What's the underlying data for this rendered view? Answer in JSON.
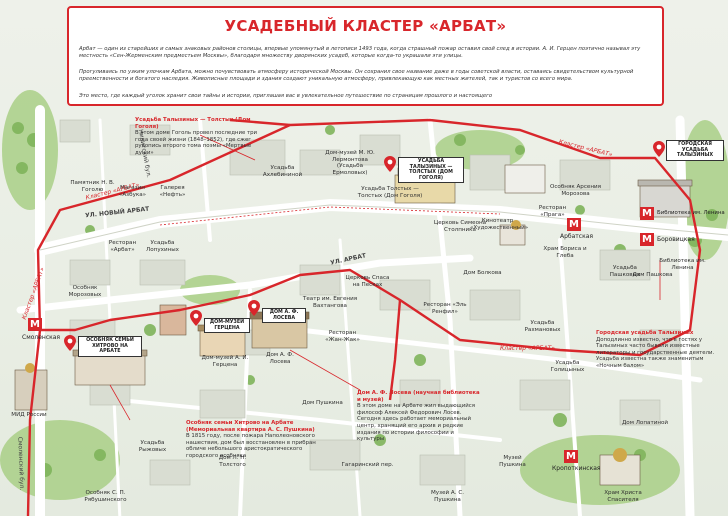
{
  "header": {
    "title": "УСАДЕБНЫЙ КЛАСТЕР «АРБАТ»",
    "p1": "Арбат — один из старейших и самых знаковых районов столицы, впервые упомянутый в летописи 1493 года, когда страшный пожар оставил свой след в истории. А. И. Герцен поэтично называл эту местность «Сен-Жерменским предместьем Москвы», благодаря множеству дворянских усадеб, которые когда-то украшали эти улицы.",
    "p2": "Прогуливаясь по узким улочкам Арбата, можно почувствовать атмосферу исторической Москвы. Он сохранил свое название даже в годы советской власти, оставаясь свидетельством культурной преемственности и богатого наследия. Живописные площади и здания создают уникальную атмосферу, привлекающую как местных жителей, так и туристов со всего мира.",
    "p3": "Это место, где каждый уголок хранит свои тайны и истории, приглашая вас в увлекательное путешествие по страницам прошлого и настоящего"
  },
  "streets": {
    "novy_arbat": "УЛ. НОВЫЙ АРБАТ",
    "arbat": "УЛ. АРБАТ",
    "nikitsky": "Никитский бул.",
    "smolensky": "Смоленский бул."
  },
  "route": {
    "label": "Кластер «АРБАТ»",
    "color": "#d8262b"
  },
  "pins": [
    {
      "label": "УСАДЬБА ТАЛЫЗИНЫХ — ТОЛСТЫХ (ДОМ ГОГОЛЯ)"
    },
    {
      "label": "ГОРОДСКАЯ УСАДЬБА ТАЛЫЗИНЫХ"
    },
    {
      "label": "ОСОБНЯК СЕМЬИ ХИТРОВО НА АРБАТЕ"
    },
    {
      "label": "ДОМ-МУЗЕЙ ГЕРЦЕНА"
    },
    {
      "label": "ДОМ А. Ф. ЛОСЕВА"
    }
  ],
  "callouts": [
    {
      "title": "Усадьба Талызиных — Толстых (Дом Гоголя)",
      "text": "В этом доме Гоголь провел последние три года своей жизни (1848–1852), где сжег рукопись второго тома поэмы «Мертвые души»"
    },
    {
      "title": "Городская усадьба Талызиных",
      "text": "Доподлинно известно, что в гостях у Талызиных часто бывали известные литераторы и государственные деятели. Усадьба известна также знаменитым «Ночным балом»"
    },
    {
      "title": "Дом А. Ф. Лосева (научная библиотека и музей)",
      "text": "В этом доме на Арбате жил выдающийся философ Алексей Федорович Лосев. Сегодня здесь работает мемориальный центр, хранящий его архив и редкие издания по истории философии и культуры"
    },
    {
      "title": "Особняк семьи Хитрово на Арбате (Мемориальная квартира А. С. Пушкина)",
      "text": "В 1815 году, после пожара Наполеоновского нашествия, дом был восстановлен в прибран обличе небольшого аристократического городского особняка"
    }
  ],
  "metro": [
    {
      "name": "Смоленская"
    },
    {
      "name": "Арбатская"
    },
    {
      "name": "Боровицкая"
    },
    {
      "name": "Кропоткинская"
    },
    {
      "name": "Библиотека им. Ленина"
    }
  ],
  "places": [
    "Усадьба Толстых — Толстых (Дом Гоголя)",
    "Дом-музей М. Ю. Лермонтова (Усадьба Ермоловых)",
    "Церковь Симеона Столпника",
    "Усадьба Ахлебининой",
    "Дом-музей А. И. Герцена",
    "Дом А. Ф. Лосева",
    "Театр им. Евгения Вахтангова",
    "Ресторан «Прага»",
    "Ресторан «Арбат»",
    "Усадьба Пашковых",
    "Кинотеатр «Художественный»",
    "Храм Бориса и Глеба",
    "Особняк Арсения Морозова",
    "Дом Пашкова",
    "Храм Христа Спасителя",
    "МИД России",
    "Памятник Н. В. Гоголю",
    "Магазин «Азбука»",
    "Галерея «Нефть»",
    "Ресторан «Эль Ренфил»",
    "Дом Пушкина",
    "Дом Л. Н. Толстого",
    "Особняк Морозовых",
    "Усадьба Лопухиных",
    "Церковь Спаса на Песках",
    "Ресторан «Жан-Жак»",
    "Дом Болкова",
    "Усадьба Рахмановых",
    "Усадьба Голицыных",
    "Музей Пушкина",
    "Гагаринский пер.",
    "Особняк С. П. Рябушинского",
    "Усадьба Рыжовых",
    "Библиотека им. Ленина",
    "Музей А. С. Пушкина",
    "Дом Лопатиной"
  ],
  "colors": {
    "accent": "#d8262b",
    "water": "#8fc3e0",
    "park": "#9cc77a",
    "ground": "#e9eee4"
  }
}
